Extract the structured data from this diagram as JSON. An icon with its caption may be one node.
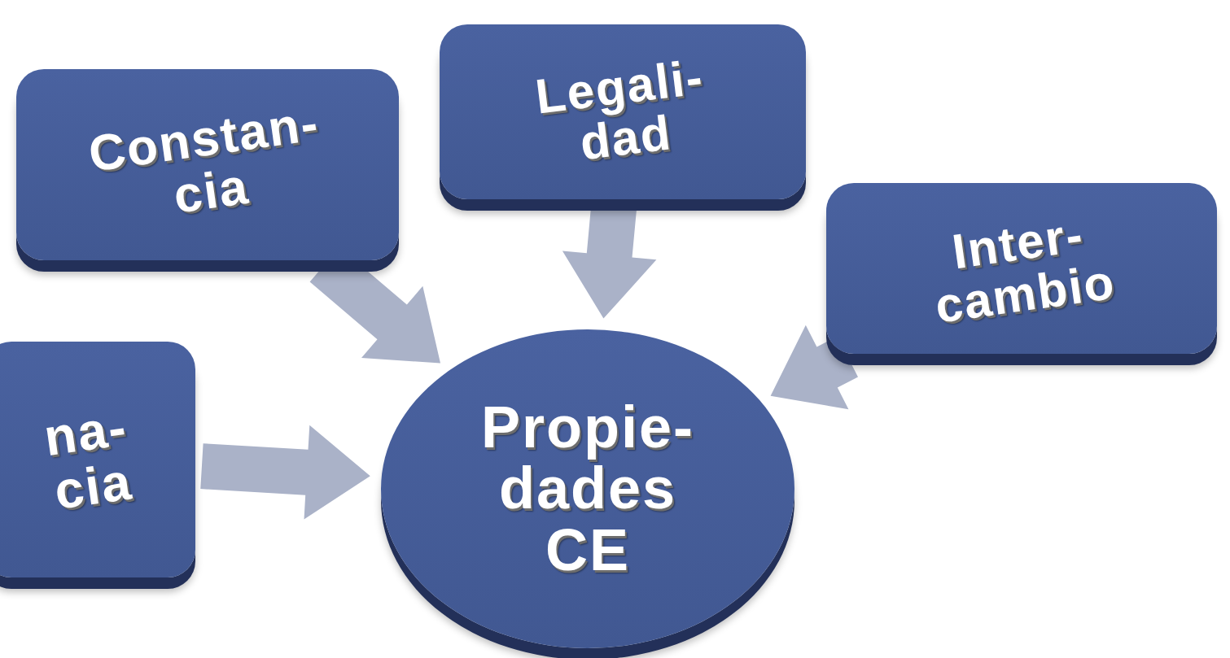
{
  "diagram": {
    "nodes": [
      {
        "text": [
          "Constan- cia"
        ]
      },
      {
        "text": [
          "Legali- dad"
        ]
      },
      {
        "text": [
          "Inter- cambio"
        ]
      },
      {
        "text": [
          "na- cia"
        ]
      },
      {
        "text": [
          "Propie- dades CE"
        ]
      }
    ],
    "edges": [
      {
        "from": 0,
        "to": 4,
        "arrow": "to"
      },
      {
        "from": 1,
        "to": 4,
        "arrow": "to"
      },
      {
        "from": 3,
        "to": 4,
        "arrow": "to"
      },
      {
        "from": 2,
        "to": 4,
        "arrow": "to"
      }
    ]
  }
}
